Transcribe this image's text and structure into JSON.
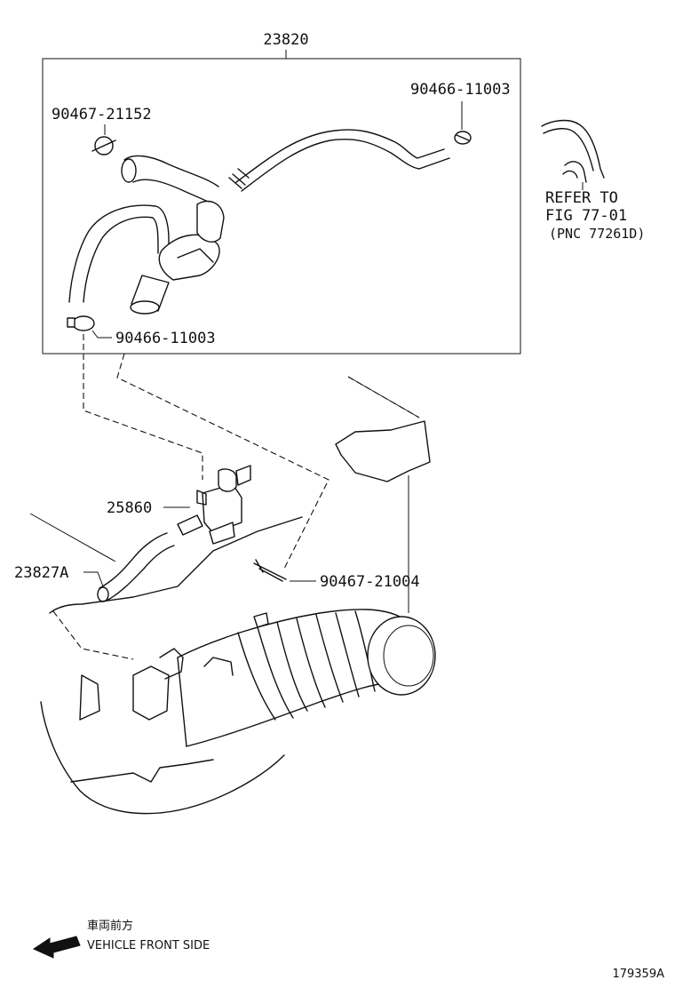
{
  "labels": {
    "assembly": "23820",
    "hose_clamp_top": "90466-11003",
    "plug": "90467-21152",
    "refer_line1": "REFER TO",
    "refer_line2": "FIG 77-01",
    "refer_line3": "(PNC 77261D)",
    "hose_clamp_bottom": "90466-11003",
    "vsv": "25860",
    "hose": "23827A",
    "clip": "90467-21004"
  },
  "footer": {
    "direction_jp": "車両前方",
    "direction_en": "VEHICLE FRONT SIDE",
    "illustration_id": "179359A"
  },
  "icons": {
    "direction_arrow": "arrow-left-icon"
  },
  "colors": {
    "line": "#111111",
    "background": "#ffffff"
  }
}
